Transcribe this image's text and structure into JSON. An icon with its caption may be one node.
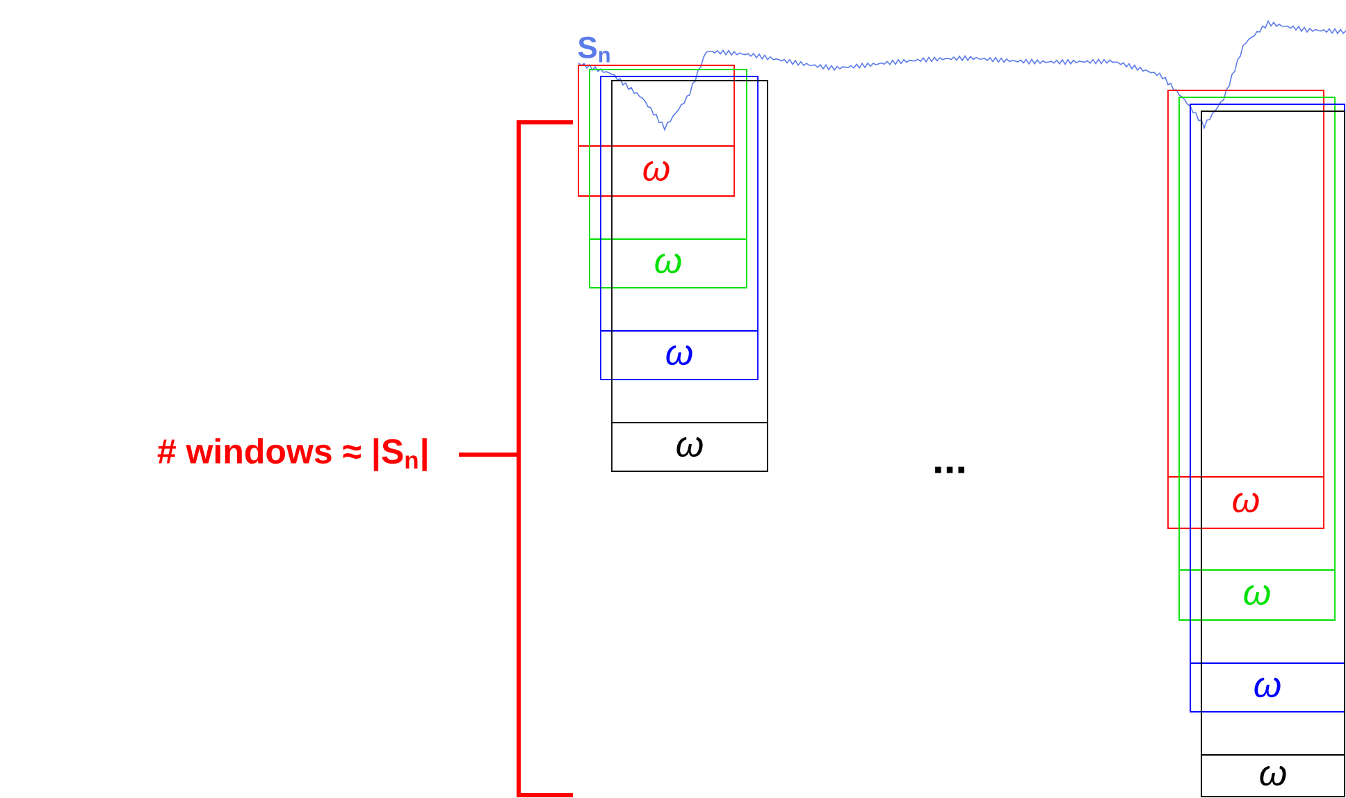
{
  "diagram": {
    "nodes": [
      {
        "text": [
          "ω"
        ]
      },
      {
        "text": [
          "ω"
        ]
      },
      {
        "text": [
          "ω"
        ]
      },
      {
        "text": [
          "ω"
        ]
      },
      {
        "text": [
          "ω"
        ]
      },
      {
        "text": [
          "ω"
        ]
      },
      {
        "text": [
          "ω"
        ]
      },
      {
        "text": [
          "ω"
        ]
      }
    ],
    "labels": [
      "S$_{n}$",
      "# windows ≈ |S$_{n}$|",
      "..."
    ]
  }
}
